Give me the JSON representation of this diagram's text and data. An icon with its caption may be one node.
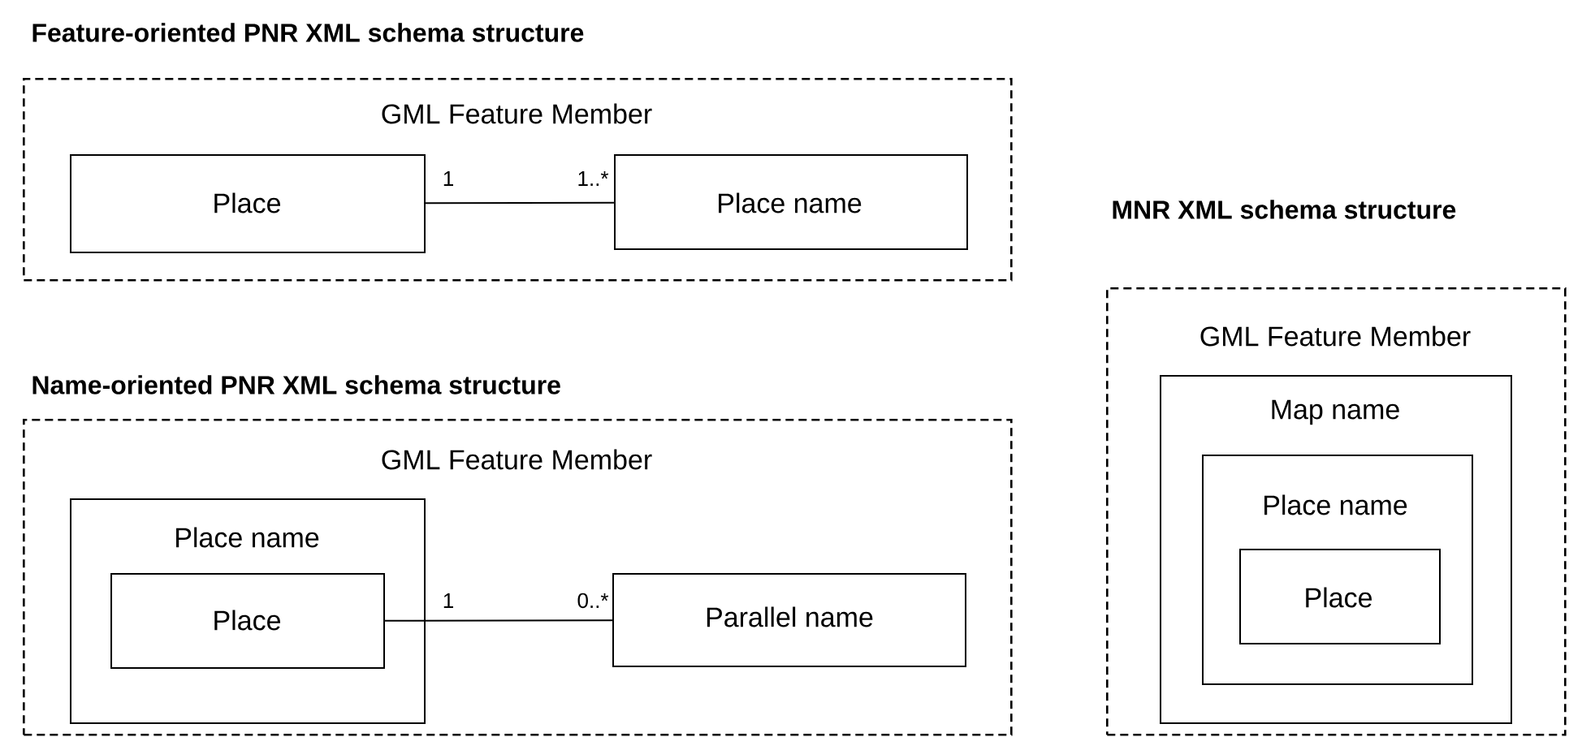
{
  "diagram": {
    "nodes": [
      {
        "text": [
          "Feature-oriented PNR XML schema structure",
          "GML Feature Member"
        ]
      },
      {
        "text": [
          "Place"
        ],
        "in": 0
      },
      {
        "text": [
          "Place name"
        ],
        "in": 0
      },
      {
        "text": [
          "Name-oriented PNR XML schema structure",
          "GML Feature Member"
        ]
      },
      {
        "text": [
          "Place name"
        ],
        "in": 3
      },
      {
        "text": [
          "Place"
        ],
        "in": 4
      },
      {
        "text": [
          "Parallel name"
        ],
        "in": 3
      },
      {
        "text": [
          "MNR XML schema structure",
          "GML Feature Member"
        ]
      },
      {
        "text": [
          "Map name"
        ],
        "in": 7
      },
      {
        "text": [
          "Place name"
        ],
        "in": 8
      },
      {
        "text": [
          "Place"
        ],
        "in": 9
      }
    ],
    "edges": [
      {
        "from": 1,
        "to": 2,
        "arrow": "none"
      },
      {
        "from": 5,
        "to": 6,
        "arrow": "none"
      }
    ],
    "labels": [
      "1",
      "1..*",
      "1",
      "0..*"
    ]
  }
}
